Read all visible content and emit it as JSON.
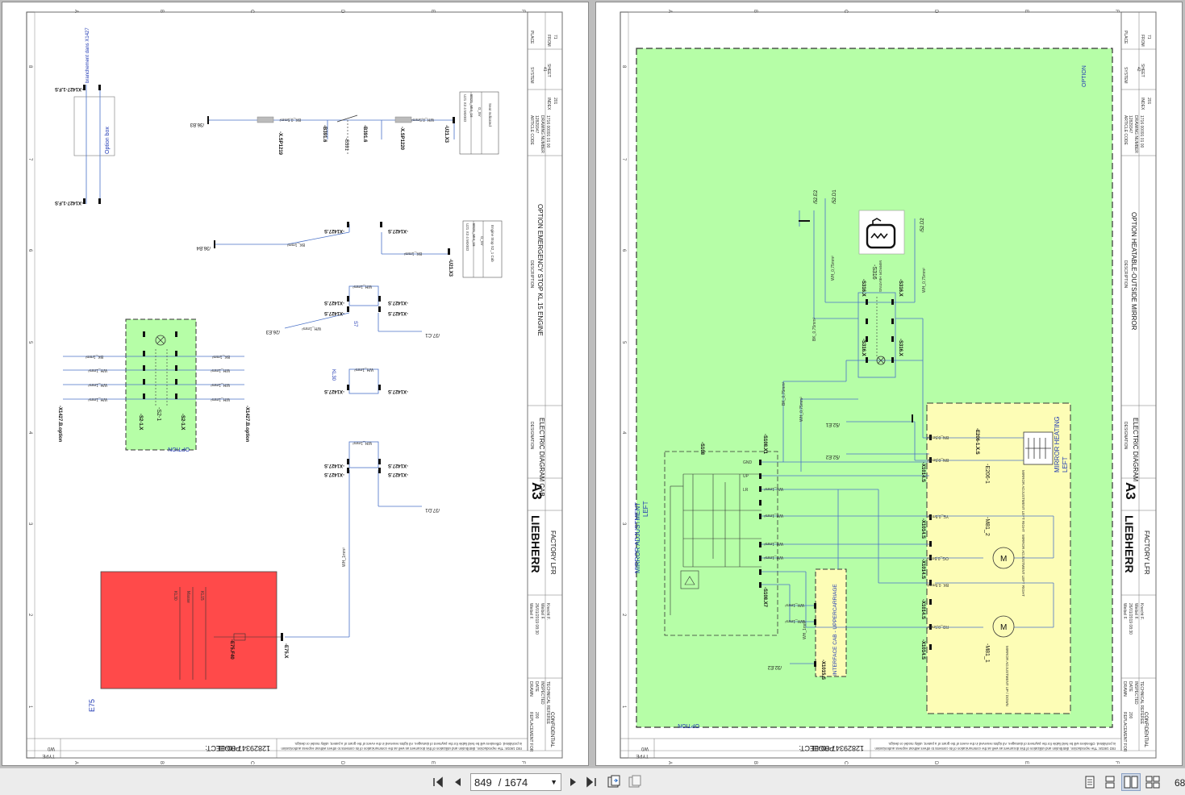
{
  "viewer": {
    "current_page": "849",
    "page_separator": "/",
    "total_pages": "1674",
    "zoom_partial": "68",
    "icons": [
      "first-page-icon",
      "prev-page-icon",
      "dropdown-caret-icon",
      "next-page-icon",
      "last-page-icon",
      "fit-page-icon",
      "fit-width-icon",
      "single-page-view-icon",
      "continuous-view-icon",
      "two-page-view-icon",
      "two-page-continuous-icon"
    ]
  },
  "common": {
    "col_letters": [
      "A",
      "B",
      "C",
      "D",
      "E",
      "F"
    ],
    "row_numbers": [
      "8",
      "7",
      "6",
      "5",
      "4",
      "3",
      "2",
      "1"
    ],
    "brand": "LIEBHERR",
    "factory": "FACTORY LFR",
    "format": "A3",
    "designation_label": "DESIGNATION",
    "designation": "ELECTRIC DIAGRAM CAB",
    "designation_right": "ELECTRIC DIAGRAM",
    "description_label": "DESCRIPTION",
    "place_label": "PLACE",
    "system_label": "SYSTEM",
    "article_code_label": "ARTICLE CODE",
    "article_code": "12829347",
    "drawing_number_label": "DRAWING NUMBER",
    "drawing_number": "1716 00091 01 00",
    "index_label": "INDEX",
    "index": "201",
    "sheet_label": "SHEET",
    "from_label": "FROM",
    "from": "71",
    "drawn_label": "DRAWN",
    "drawn": "Weibel F.",
    "date_label": "DATE",
    "date": "26/01/2019 08:30",
    "inspected_label": "INSPECTED",
    "inspected": "Weibel F.",
    "referee_label": "TECHNICAL REFEREE",
    "referee": "Knecht F.",
    "replacement_label": "REPLACEMENT FOR",
    "replacement": "200",
    "confidential": "CONFIDENTIAL",
    "project_label": "PROJECT:",
    "project": "12829347-00-EL",
    "type_label": "TYPE",
    "type": "W0",
    "iso": "ISO 16016: The reproduction, distribution and utilization of this document as well as the communication of its contents to others without express authorization",
    "iso2": "is prohibited. Offenders will be held liable for the payment of damages. All rights reserved in the event of the grant of a patent, utility model or design."
  },
  "left_sheet": {
    "sheet": "41",
    "description": "OPTION EMERGENCY STOP KL 15 ENGINE",
    "labels": {
      "branchement": "branchement dans X1427",
      "option_box": "Option box",
      "x1427f_top": "-X1427-1.F.S",
      "x1427f_bot": "-X1427-1.F.S",
      "b3916": "-B391.6",
      "b3916b": "-B391.6",
      "b391": "-B391",
      "xsp1219": "-X.SP1219",
      "xsp1220": "-X.SP1220",
      "u21x3": "-U21.X3",
      "u21x3b": "-U21.X3",
      "ref_b3": "/36.B3",
      "ref_b4": "/36.B4",
      "ref_e3": "/26.E3",
      "ref_c1": "/37.C1",
      "ref_d1": "/37.D1",
      "x14273_a": "-X1427.S",
      "x14273_b": "-X1427.S",
      "x14273_c": "-X1427.S",
      "x14273_d": "-X1427.S",
      "x14273_e": "-X1427.S",
      "x14273_f": "-X1427.S",
      "x14273_g": "-X1427.S",
      "s7": "S7",
      "kl30": "KL30",
      "s2_1": "-S2-1",
      "s2_1x_a": "-S2-1.X",
      "s2_1x_b": "-S2-1.X",
      "x1427_opt_a": "-X1427.B.option",
      "x1427_opt_b": "-X1427.B.option",
      "option": "OPTION",
      "e75": "E75",
      "e75x": "-E75.X",
      "e75f": "-E75.F40",
      "kl30b": "KL30",
      "masse": "Masse",
      "kl15": "KL15",
      "bk_1": "BK_1mm²",
      "wh_1": "WH_1mm²",
      "wh_05": "WH_0,5mm²",
      "bk_05": "BK_0,5mm²",
      "box1_a": "U21 X3 4 MIXED",
      "box1_b": "BS21_MI4_16",
      "box1_c": "G_5V",
      "box1_d": "Seat Indicated",
      "box2_a": "U21 X3 4 MIXED",
      "box2_b": "BS21_MI4_15",
      "box2_c": "G_5V",
      "box2_d": "Engine Stop S2_1 Cab"
    }
  },
  "right_sheet": {
    "sheet": "42",
    "description": "OPTION HEATABLE-OUTSIDE MIRROR",
    "labels": {
      "option_top": "OPTION",
      "option_bot": "OPTION",
      "ref_e2a": "/52.E2",
      "ref_d1": "/52.D1",
      "ref_d2": "/52.D2",
      "ref_e1": "/52.E1",
      "ref_e2b": "/52.E2",
      "ref_e2c": "/32.E2",
      "s316": "-S316",
      "mirror_heating_s": "MIRROR HEATING",
      "s316x_a": "-S316.X",
      "s316x_b": "-S316.X",
      "s316x_c": "-S316.X",
      "s316x_d": "-S316.X",
      "s108": "-S108",
      "s108x1": "-S108.X1",
      "s108x7": "-S108.X7",
      "mirror_adj": "MIRROR ADJUSTMENT",
      "left_a": "LEFT",
      "mirror_heat": "MIRROR HEATING",
      "left_b": "LEFT",
      "interface": "INTERFACE CAB - UPPERCARRIAGE",
      "x1015": "-X1015.S",
      "x1014_a": "-X1014.S",
      "x1014_b": "-X1014.S",
      "x1014_c": "-X1014.S",
      "x1014_d": "-X1014.S",
      "x1014_e": "-X1014.S",
      "e206": "-E206-1",
      "e206x": "-E206-1.X.S",
      "e206label": "MIRROR ADJUSTMENT LEFT RIGHT",
      "m81_2": "-M81_2",
      "m81_1": "-M81_1",
      "m81_2label": "MIRROR ADJUSTMENT LEFT RIGHT",
      "m81_1label": "MIRROR ADJUSTMENT UP / DOWN",
      "gnd": "GND",
      "up": "UP",
      "lr": "LR",
      "bk_075": "BK_0,75mm²",
      "wh_075": "WH_0,75mm²",
      "wh_1": "WH_1mm²",
      "bn": "BN_0,5mm²",
      "ye": "YE_0,5mm²",
      "og": "OG_0,5mm²",
      "bk05": "BK_0,5mm²",
      "rd": "RD_0,5mm²"
    }
  },
  "colors": {
    "green_area": "#b6fea7",
    "yellow_area": "#fdfdb6",
    "red_box": "#ff4a4a",
    "wire_blue": "#4a72c8",
    "label_blue": "#1f38b3"
  }
}
